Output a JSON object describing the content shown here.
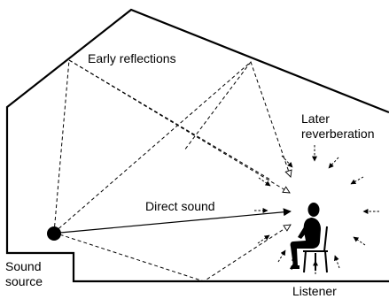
{
  "labels": {
    "early_reflections": "Early reflections",
    "later_reverberation_line1": "Later",
    "later_reverberation_line2": "reverberation",
    "direct_sound": "Direct sound",
    "sound_source_line1": "Sound",
    "sound_source_line2": "source",
    "listener": "Listener"
  },
  "colors": {
    "line": "#000000",
    "background": "#ffffff"
  }
}
